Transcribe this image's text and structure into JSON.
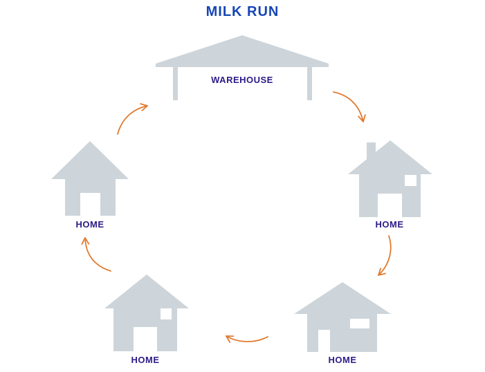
{
  "title": "MILK RUN",
  "nodes": {
    "warehouse": "WAREHOUSE",
    "home_right": "HOME",
    "home_bottom_right": "HOME",
    "home_bottom_left": "HOME",
    "home_left": "HOME"
  },
  "colors": {
    "title": "#1645b5",
    "label": "#2e1a87",
    "building": "#cdd5da",
    "arrow": "#e07a2e",
    "background": "#ffffff"
  }
}
